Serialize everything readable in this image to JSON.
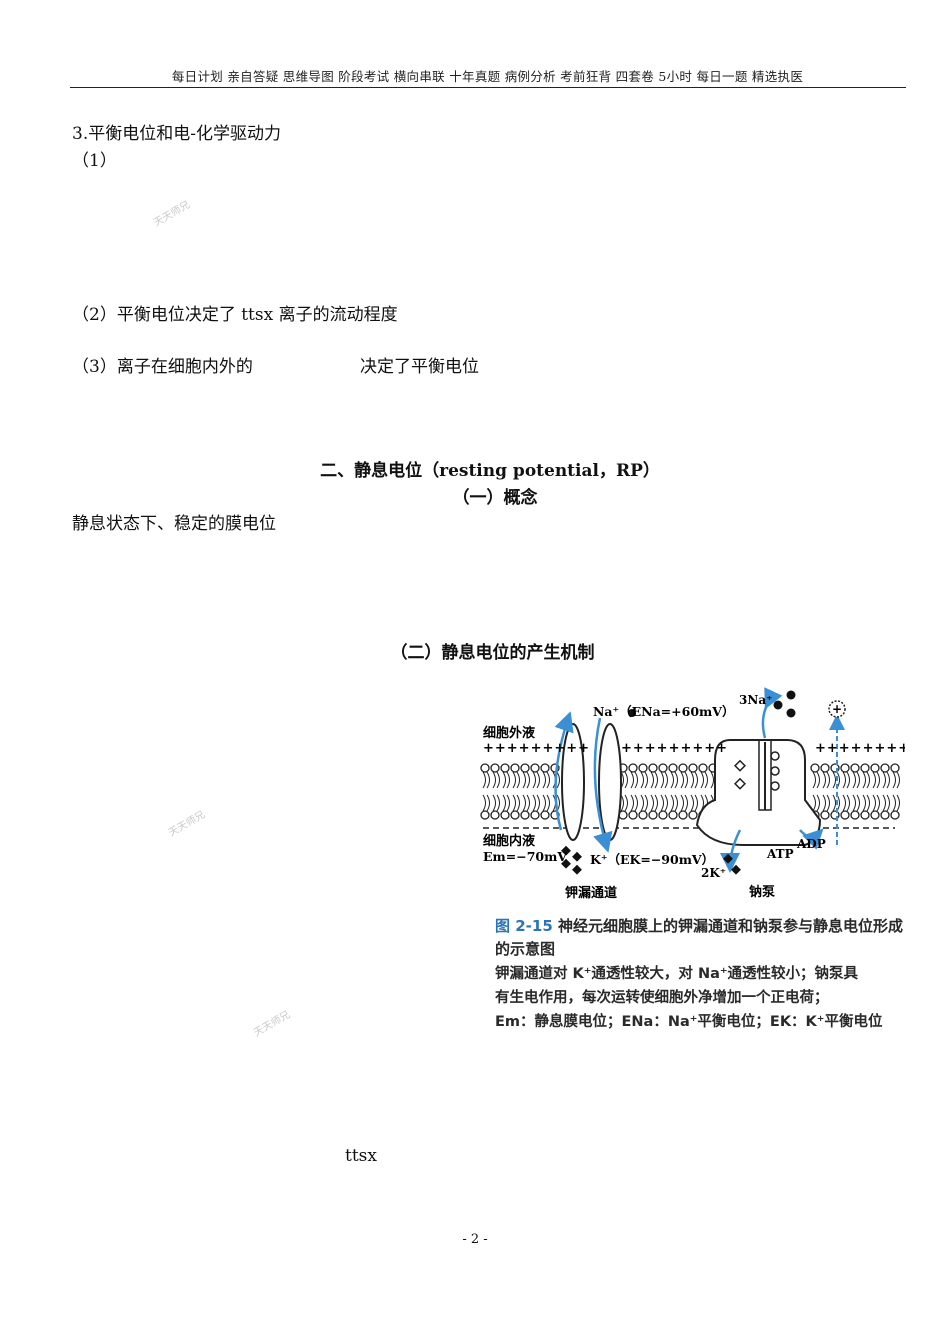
{
  "header": {
    "nav": "每日计划 亲自答疑 思维导图 阶段考试 横向串联 十年真题 病例分析 考前狂背 四套卷 5小时 每日一题 精选执医"
  },
  "sections": {
    "s3_title": "3.平衡电位和电-化学驱动力",
    "s3_item1": "（1）",
    "s3_item2": "（2）平衡电位决定了 ttsx 离子的流动程度",
    "s3_item3_a": "（3）离子在细胞内外的",
    "s3_item3_b": "决定了平衡电位",
    "h2_title": "二、静息电位（resting potential，RP）",
    "h3_concept": "（一）概念",
    "concept_text": "静息状态下、稳定的膜电位",
    "h3_mechanism": "（二）静息电位的产生机制",
    "ttsx_text": "ttsx"
  },
  "watermarks": [
    "天天师兄",
    "天天师兄",
    "天天师兄"
  ],
  "figure": {
    "label_extracellular": "细胞外液",
    "label_intracellular": "细胞内液",
    "label_em": "Em=−70mV",
    "label_na": "Na⁺（ENa=+60mV）",
    "label_k": "K⁺（EK=−90mV）",
    "label_3na": "3Na⁺",
    "label_2k": "2K⁺",
    "label_atp": "ATP",
    "label_adp": "ADP",
    "label_k_channel": "钾漏通道",
    "label_pump": "钠泵",
    "plus_row": "+++++++++",
    "caption_num": "图 2-15",
    "caption_text": "神经元细胞膜上的钾漏通道和钠泵参与静息电位形成的示意图",
    "note_line1": "钾漏通道对 K⁺通透性较大，对 Na⁺通透性较小；钠泵具",
    "note_line2": "有生电作用，每次运转使细胞外净增加一个正电荷；",
    "note_line3": "Em：静息膜电位；ENa：Na⁺平衡电位；EK：K⁺平衡电位",
    "colors": {
      "arrow": "#3b8fd4",
      "membrane": "#222222"
    }
  },
  "footer": {
    "page": "- 2 -"
  }
}
